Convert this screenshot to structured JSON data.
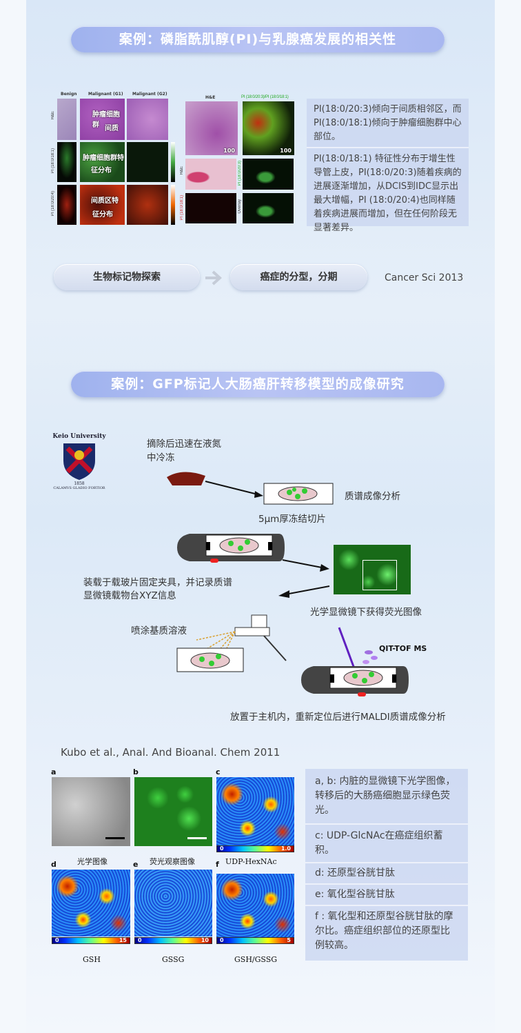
{
  "section1": {
    "title": "案例：磷脂酰肌醇(PI)与乳腺癌发展的相关性",
    "figure": {
      "col_labels": [
        "Benign",
        "Malignant (G1)",
        "Malignant (G2)",
        "H&E",
        "PI (18:0/20:3)/PI (18:0/18:1)"
      ],
      "row_labels": [
        "H&E",
        "PI (18:0/18:1)",
        "PI (18:0/20:4)"
      ],
      "overlay_text": [
        "肿瘤细胞群",
        "间质",
        "肿瘤细胞群特",
        "征分布",
        "间质区特",
        "征分布"
      ],
      "right_row_labels": [
        "H&E",
        "PI (18:0/18:1)",
        "PI (18:0/20:3)",
        "Overlay"
      ],
      "scale_label": "100"
    },
    "notes": [
      "PI(18:0/20:3)倾向于间质相邻区，而PI(18:0/18:1)倾向于肿瘤细胞群中心部位。",
      "PI(18:0/18:1) 特征性分布于增生性导管上皮，PI(18:0/20:3)随着疾病的进展逐渐增加，从DCIS到IDC显示出最大增幅，PI (18:0/20:4)也同样随着疾病进展而增加，但在任何阶段无显著差异。"
    ],
    "flow": {
      "step1": "生物标记物探索",
      "arrow_icon": "arrow-right-icon",
      "step2": "癌症的分型，分期",
      "citation": "Cancer Sci 2013"
    }
  },
  "section2": {
    "title": "案例：GFP标记人大肠癌肝转移模型的成像研究",
    "logo": {
      "name": "Keio University",
      "year": "1858",
      "motto": "CALAMVS GLADIO FORTIOR"
    },
    "diagram": {
      "step_freeze": "摘除后迅速在液氮中冷冻",
      "step_ms": "质谱成像分析",
      "step_slice": "5μm厚冻结切片",
      "step_mount": "装载于载玻片固定夹具，并记录质谱显微镜载物台XYZ信息",
      "step_optical": "光学显微镜下获得荧光图像",
      "step_spray": "喷涂基质溶液",
      "instrument": "QIT-TOF MS",
      "step_maldi": "放置于主机内，重新定位后进行MALDI质谱成像分析"
    },
    "citation": "Kubo et al., Anal. And Bioanal. Chem 2011",
    "panels": [
      {
        "letter": "a",
        "caption": "光学图像"
      },
      {
        "letter": "b",
        "caption": "荧光观察图像"
      },
      {
        "letter": "c",
        "caption": "UDP-HexNAc",
        "scale_min": "0",
        "scale_max": "1.0"
      },
      {
        "letter": "d",
        "caption": "GSH",
        "scale_min": "0",
        "scale_max": "15"
      },
      {
        "letter": "e",
        "caption": "GSSG",
        "scale_min": "0",
        "scale_max": "10"
      },
      {
        "letter": "f",
        "caption": "GSH/GSSG",
        "scale_min": "0",
        "scale_max": "5"
      }
    ],
    "notes": [
      "a, b: 内脏的显微镜下光学图像，转移后的大肠癌细胞显示绿色荧光。",
      "c: UDP-GlcNAc在癌症组织蓄积。",
      "d: 还原型谷胱甘肽",
      "e: 氧化型谷胱甘肽",
      "f : 氧化型和还原型谷胱甘肽的摩尔比。癌症组织部位的还原型比例较高。"
    ]
  }
}
